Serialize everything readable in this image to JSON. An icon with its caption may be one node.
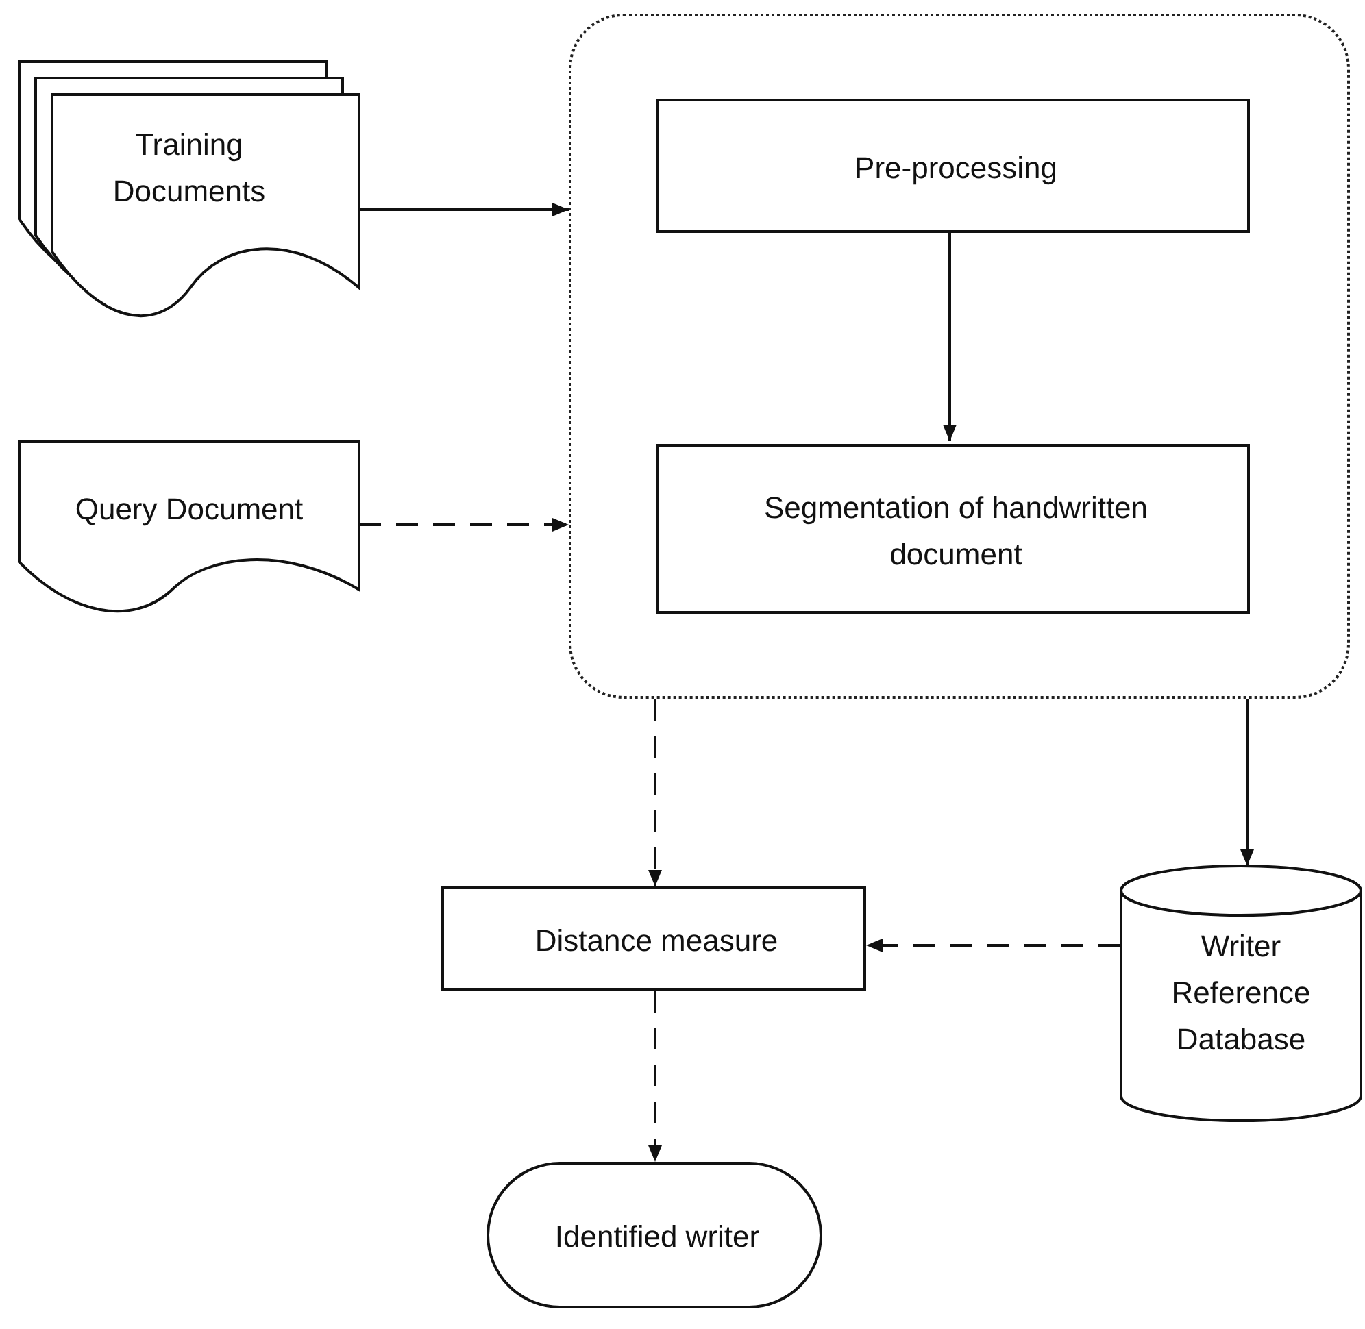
{
  "diagram": {
    "nodes": [
      {
        "text": [
          "Training Documents"
        ]
      },
      {
        "text": [
          "Query Document"
        ]
      },
      {
        "text": [],
        "shape": "box"
      },
      {
        "text": [
          "Pre-processing"
        ],
        "in": 2
      },
      {
        "text": [
          "Segmentation of handwritten document"
        ],
        "in": 2
      },
      {
        "text": [
          "Distance measure"
        ]
      },
      {
        "text": [
          "Writer Reference Database"
        ]
      },
      {
        "text": [
          "Identified writer"
        ]
      }
    ],
    "edges": [
      {
        "from": 0,
        "to": 2,
        "arrow": "to"
      },
      {
        "from": 1,
        "to": 2,
        "arrow": "to",
        "style": "dashed"
      },
      {
        "from": 3,
        "to": 4,
        "arrow": "to"
      },
      {
        "from": 2,
        "to": 5,
        "arrow": "to",
        "style": "dashed"
      },
      {
        "from": 2,
        "to": 6,
        "arrow": "to"
      },
      {
        "from": 6,
        "to": 5,
        "arrow": "to",
        "style": "dashed"
      },
      {
        "from": 5,
        "to": 7,
        "arrow": "to",
        "style": "dashed"
      }
    ]
  }
}
